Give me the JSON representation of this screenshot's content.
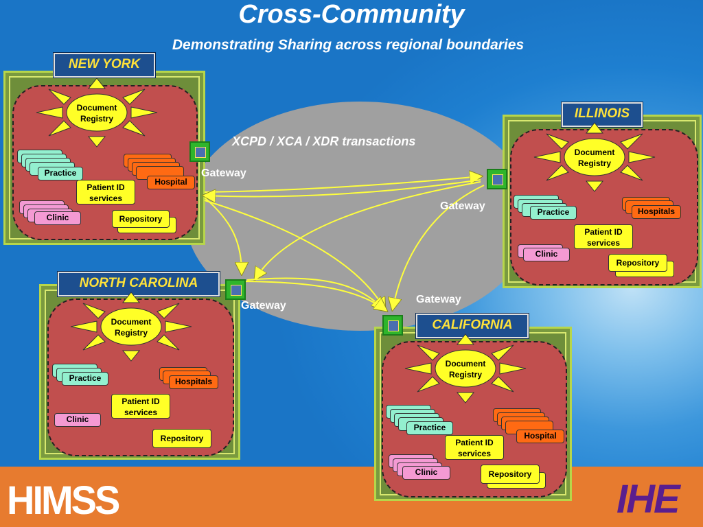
{
  "slide": {
    "title": "Cross-Community",
    "subtitle": "Demonstrating Sharing across regional boundaries",
    "transactions_label": "XCPD / XCA / XDR transactions",
    "colors": {
      "background": "#1e7fd0",
      "footer": "#e77b2f",
      "cloud": "#c14f4e",
      "label_text": "#ffe23a",
      "arrow": "#ffff3c"
    }
  },
  "regions": {
    "new_york": {
      "name": "NEW YORK",
      "registry": "Document Registry",
      "practice": "Practice",
      "hospital": "Hospital",
      "patient_id": "Patient ID services",
      "clinic": "Clinic",
      "repository": "Repository",
      "gateway": "Gateway"
    },
    "illinois": {
      "name": "ILLINOIS",
      "registry": "Document Registry",
      "practice": "Practice",
      "hospital": "Hospitals",
      "patient_id": "Patient ID services",
      "clinic": "Clinic",
      "repository": "Repository",
      "gateway": "Gateway"
    },
    "north_carolina": {
      "name": "NORTH CAROLINA",
      "registry": "Document Registry",
      "practice": "Practice",
      "hospital": "Hospitals",
      "patient_id": "Patient ID services",
      "clinic": "Clinic",
      "repository": "Repository",
      "gateway": "Gateway"
    },
    "california": {
      "name": "CALIFORNIA",
      "registry": "Document Registry",
      "practice": "Practice",
      "hospital": "Hospital",
      "patient_id": "Patient ID services",
      "clinic": "Clinic",
      "repository": "Repository",
      "gateway": "Gateway"
    }
  },
  "logos": {
    "left": "HIMSS",
    "right": "IHE"
  }
}
